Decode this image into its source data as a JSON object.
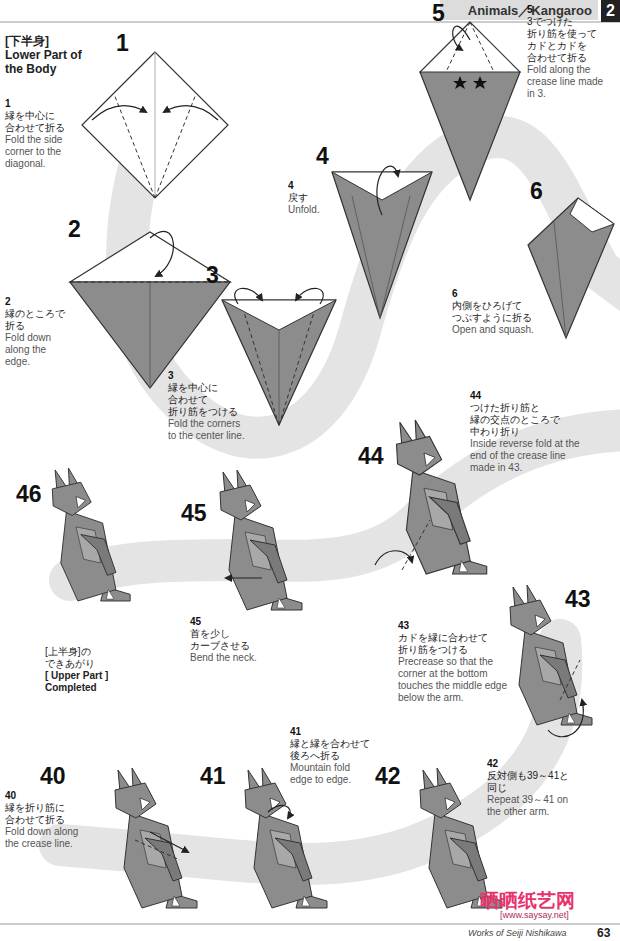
{
  "diagram": {
    "title": "Animals／Kangaroo",
    "nodes": [
      {
        "text": [
          "2"
        ]
      }
    ],
    "labels": [
      "[下半身]",
      "Lower Part of the Body",
      "1",
      "1",
      "縁を中心に 合わせて折る",
      "Fold the side corner to the diagonal.",
      "2",
      "2",
      "縁のところで 折る",
      "Fold down along the edge.",
      "3",
      "3",
      "縁を中心に 合わせて 折り筋をつける",
      "Fold the corners to the center line.",
      "4",
      "4",
      "戻す",
      "Unfold.",
      "5",
      "5",
      "3でつけた 折り筋を使って カドとカドを 合わせて折る",
      "Fold along the crease line made in 3.",
      "6",
      "6",
      "内側をひろげて つぶすように折る",
      "Open and squash.",
      "44",
      "44",
      "つけた折り筋と 縁の交点のところで 中わり折り",
      "Inside reverse fold at the end of the crease line made in 43.",
      "46",
      "45",
      "43",
      "43",
      "カドを縁に合わせて 折り筋をつける",
      "Precrease so that the corner at the bottom touches the middle edge below the arm.",
      "[上半身]の できあがり",
      "[ Upper Part ] Completed",
      "45",
      "首を少し カーブさせる",
      "Bend the neck.",
      "42",
      "反対側も39～41と 同じ",
      "Repeat 39～41 on the other arm.",
      "40",
      "41",
      "42",
      "40",
      "縁を折り筋に 合わせて折る",
      "Fold down along the crease line.",
      "41",
      "縁と縁を合わせて 後ろへ折る",
      "Mountain fold edge to edge.",
      "晒晒纸艺网",
      "[www.saysay.net]",
      "Works of Seiji Nishikawa",
      "63"
    ]
  }
}
